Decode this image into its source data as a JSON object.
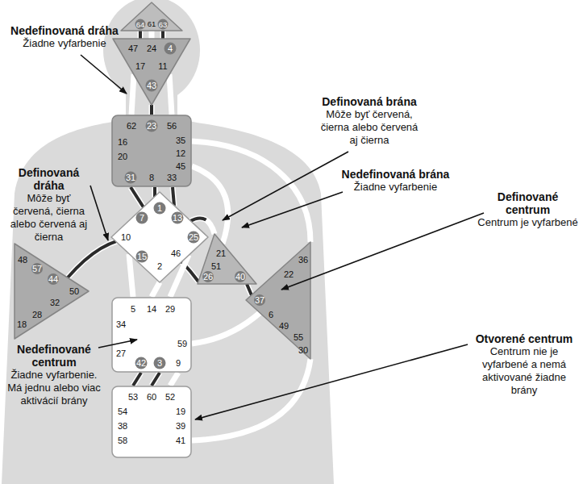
{
  "diagram": {
    "nodes": [
      {
        "text": [
          "64",
          "61",
          "63"
        ]
      },
      {
        "text": [
          "47",
          "24",
          "4",
          "17",
          "11",
          "43"
        ]
      },
      {
        "text": [
          "62",
          "23",
          "56",
          "16",
          "35",
          "20",
          "12",
          "45",
          "31",
          "8",
          "33"
        ]
      },
      {
        "text": [
          "7",
          "1",
          "13",
          "10",
          "25",
          "15",
          "2",
          "46"
        ]
      },
      {
        "text": [
          "21",
          "51",
          "26",
          "40"
        ]
      },
      {
        "text": [
          "48",
          "57",
          "44",
          "50",
          "32",
          "28",
          "18"
        ]
      },
      {
        "text": [
          "36",
          "22",
          "37",
          "6",
          "49",
          "55",
          "30"
        ]
      },
      {
        "text": [
          "5",
          "14",
          "29",
          "34",
          "27",
          "59",
          "42",
          "3",
          "9"
        ]
      },
      {
        "text": [
          "53",
          "60",
          "52",
          "54",
          "19",
          "38",
          "39",
          "58",
          "41"
        ]
      }
    ],
    "edges": [
      {
        "from": 0,
        "to": 1,
        "arrow": "none"
      },
      {
        "from": 0,
        "to": 1,
        "arrow": "none"
      },
      {
        "from": 0,
        "to": 1,
        "arrow": "none"
      },
      {
        "from": 1,
        "to": 2,
        "arrow": "none"
      },
      {
        "from": 1,
        "to": 2,
        "arrow": "none"
      },
      {
        "from": 1,
        "to": 2,
        "arrow": "none"
      },
      {
        "from": 2,
        "to": 3,
        "arrow": "none"
      },
      {
        "from": 2,
        "to": 3,
        "arrow": "none"
      },
      {
        "from": 2,
        "to": 3,
        "arrow": "none"
      },
      {
        "from": 3,
        "to": 4,
        "arrow": "none"
      },
      {
        "from": 2,
        "to": 4,
        "arrow": "none"
      },
      {
        "from": 5,
        "to": 4,
        "arrow": "none"
      },
      {
        "from": 4,
        "to": 6,
        "arrow": "none"
      },
      {
        "from": 3,
        "to": 7,
        "arrow": "none"
      },
      {
        "from": 3,
        "to": 7,
        "arrow": "none"
      },
      {
        "from": 3,
        "to": 7,
        "arrow": "none"
      },
      {
        "from": 7,
        "to": 8,
        "arrow": "none"
      },
      {
        "from": 7,
        "to": 8,
        "arrow": "none"
      },
      {
        "from": 7,
        "to": 8,
        "arrow": "none"
      },
      {
        "from": 2,
        "to": 6,
        "arrow": "none"
      },
      {
        "from": 7,
        "to": 6,
        "arrow": "none"
      },
      {
        "from": 6,
        "to": 8,
        "arrow": "none"
      }
    ],
    "labels": [
      "Nedefinovaná dráha",
      "Žiadne vyfarbenie",
      "Definovaná brána",
      "Môže byť červená, čierna alebo červená aj čierna",
      "Nedefinovaná brána",
      "Žiadne vyfarbenie",
      "Definovaná dráha",
      "Môže byť červená, čierna alebo červená aj čierna",
      "Definované centrum",
      "Centrum je vyfarbené",
      "Nedefinované centrum",
      "Žiadne vyfarbenie. Má jednu alebo viac aktivácií brány",
      "Otvorené centrum",
      "Centrum nie je vyfarbené a nemá aktivované žiadne brány"
    ]
  }
}
